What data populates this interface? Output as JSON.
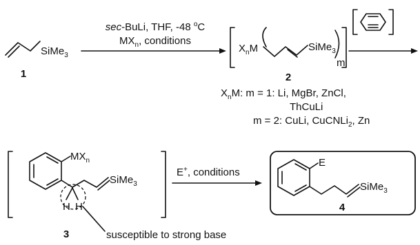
{
  "compound1": {
    "label": "1",
    "group": "SiMe",
    "sub": "3"
  },
  "step1": {
    "reagent_prefix": "sec",
    "reagent_rest": "-BuLi, THF, -48 ",
    "degree": "o",
    "temp_unit": "C",
    "line2_main": "MX",
    "line2_sub": "n",
    "line2_rest": ", conditions"
  },
  "compound2": {
    "label": "2",
    "metal_x": "X",
    "metal_n": "n",
    "metal_m": "M",
    "group": "SiMe",
    "sub": "3",
    "m": "m"
  },
  "metal_list": {
    "prefix_x": "X",
    "prefix_n": "n",
    "prefix_m": "M: m = 1: Li, MgBr, ZnCl,",
    "line2": "ThCuLi",
    "line3_a": "m = 2: CuLi, CuCNLi",
    "line3_sub": "2",
    "line3_b": ", Zn"
  },
  "compound3": {
    "label": "3",
    "metal_main": "MX",
    "metal_sub": "n",
    "group": "SiMe",
    "sub": "3",
    "h1": "H",
    "h2": "H"
  },
  "note": "susceptible to strong base",
  "step2": {
    "reagent": "E",
    "charge": "+",
    "rest": ", conditions"
  },
  "compound4": {
    "label": "4",
    "substituent": "E",
    "group": "SiMe",
    "sub": "3"
  }
}
